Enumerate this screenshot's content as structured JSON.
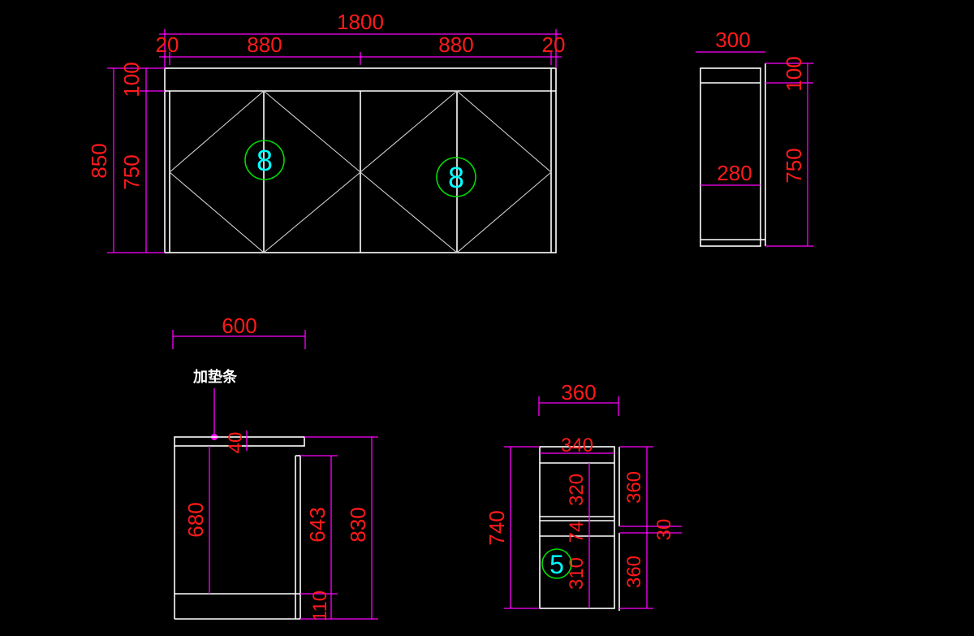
{
  "front_view": {
    "overall_width": "1800",
    "left_edge": "20",
    "right_edge": "20",
    "door_left_width": "880",
    "door_right_width": "880",
    "overall_height": "850",
    "top_band": "100",
    "door_height": "750",
    "tag_left": "8",
    "tag_right": "8"
  },
  "side_view": {
    "depth": "300",
    "inner_depth": "280",
    "top_band": "100",
    "door_height": "750"
  },
  "section_view": {
    "width": "600",
    "note": "加垫条",
    "pad_thickness": "40",
    "inner_height": "680",
    "door_height": "643",
    "total_height": "830",
    "base_height": "110"
  },
  "small_cabinet": {
    "outer_width": "360",
    "inner_width": "340",
    "total_height": "740",
    "upper_inner": "320",
    "gap": "74",
    "lower_inner": "310",
    "upper_door": "360",
    "door_gap": "30",
    "lower_door": "360",
    "tag": "5"
  }
}
